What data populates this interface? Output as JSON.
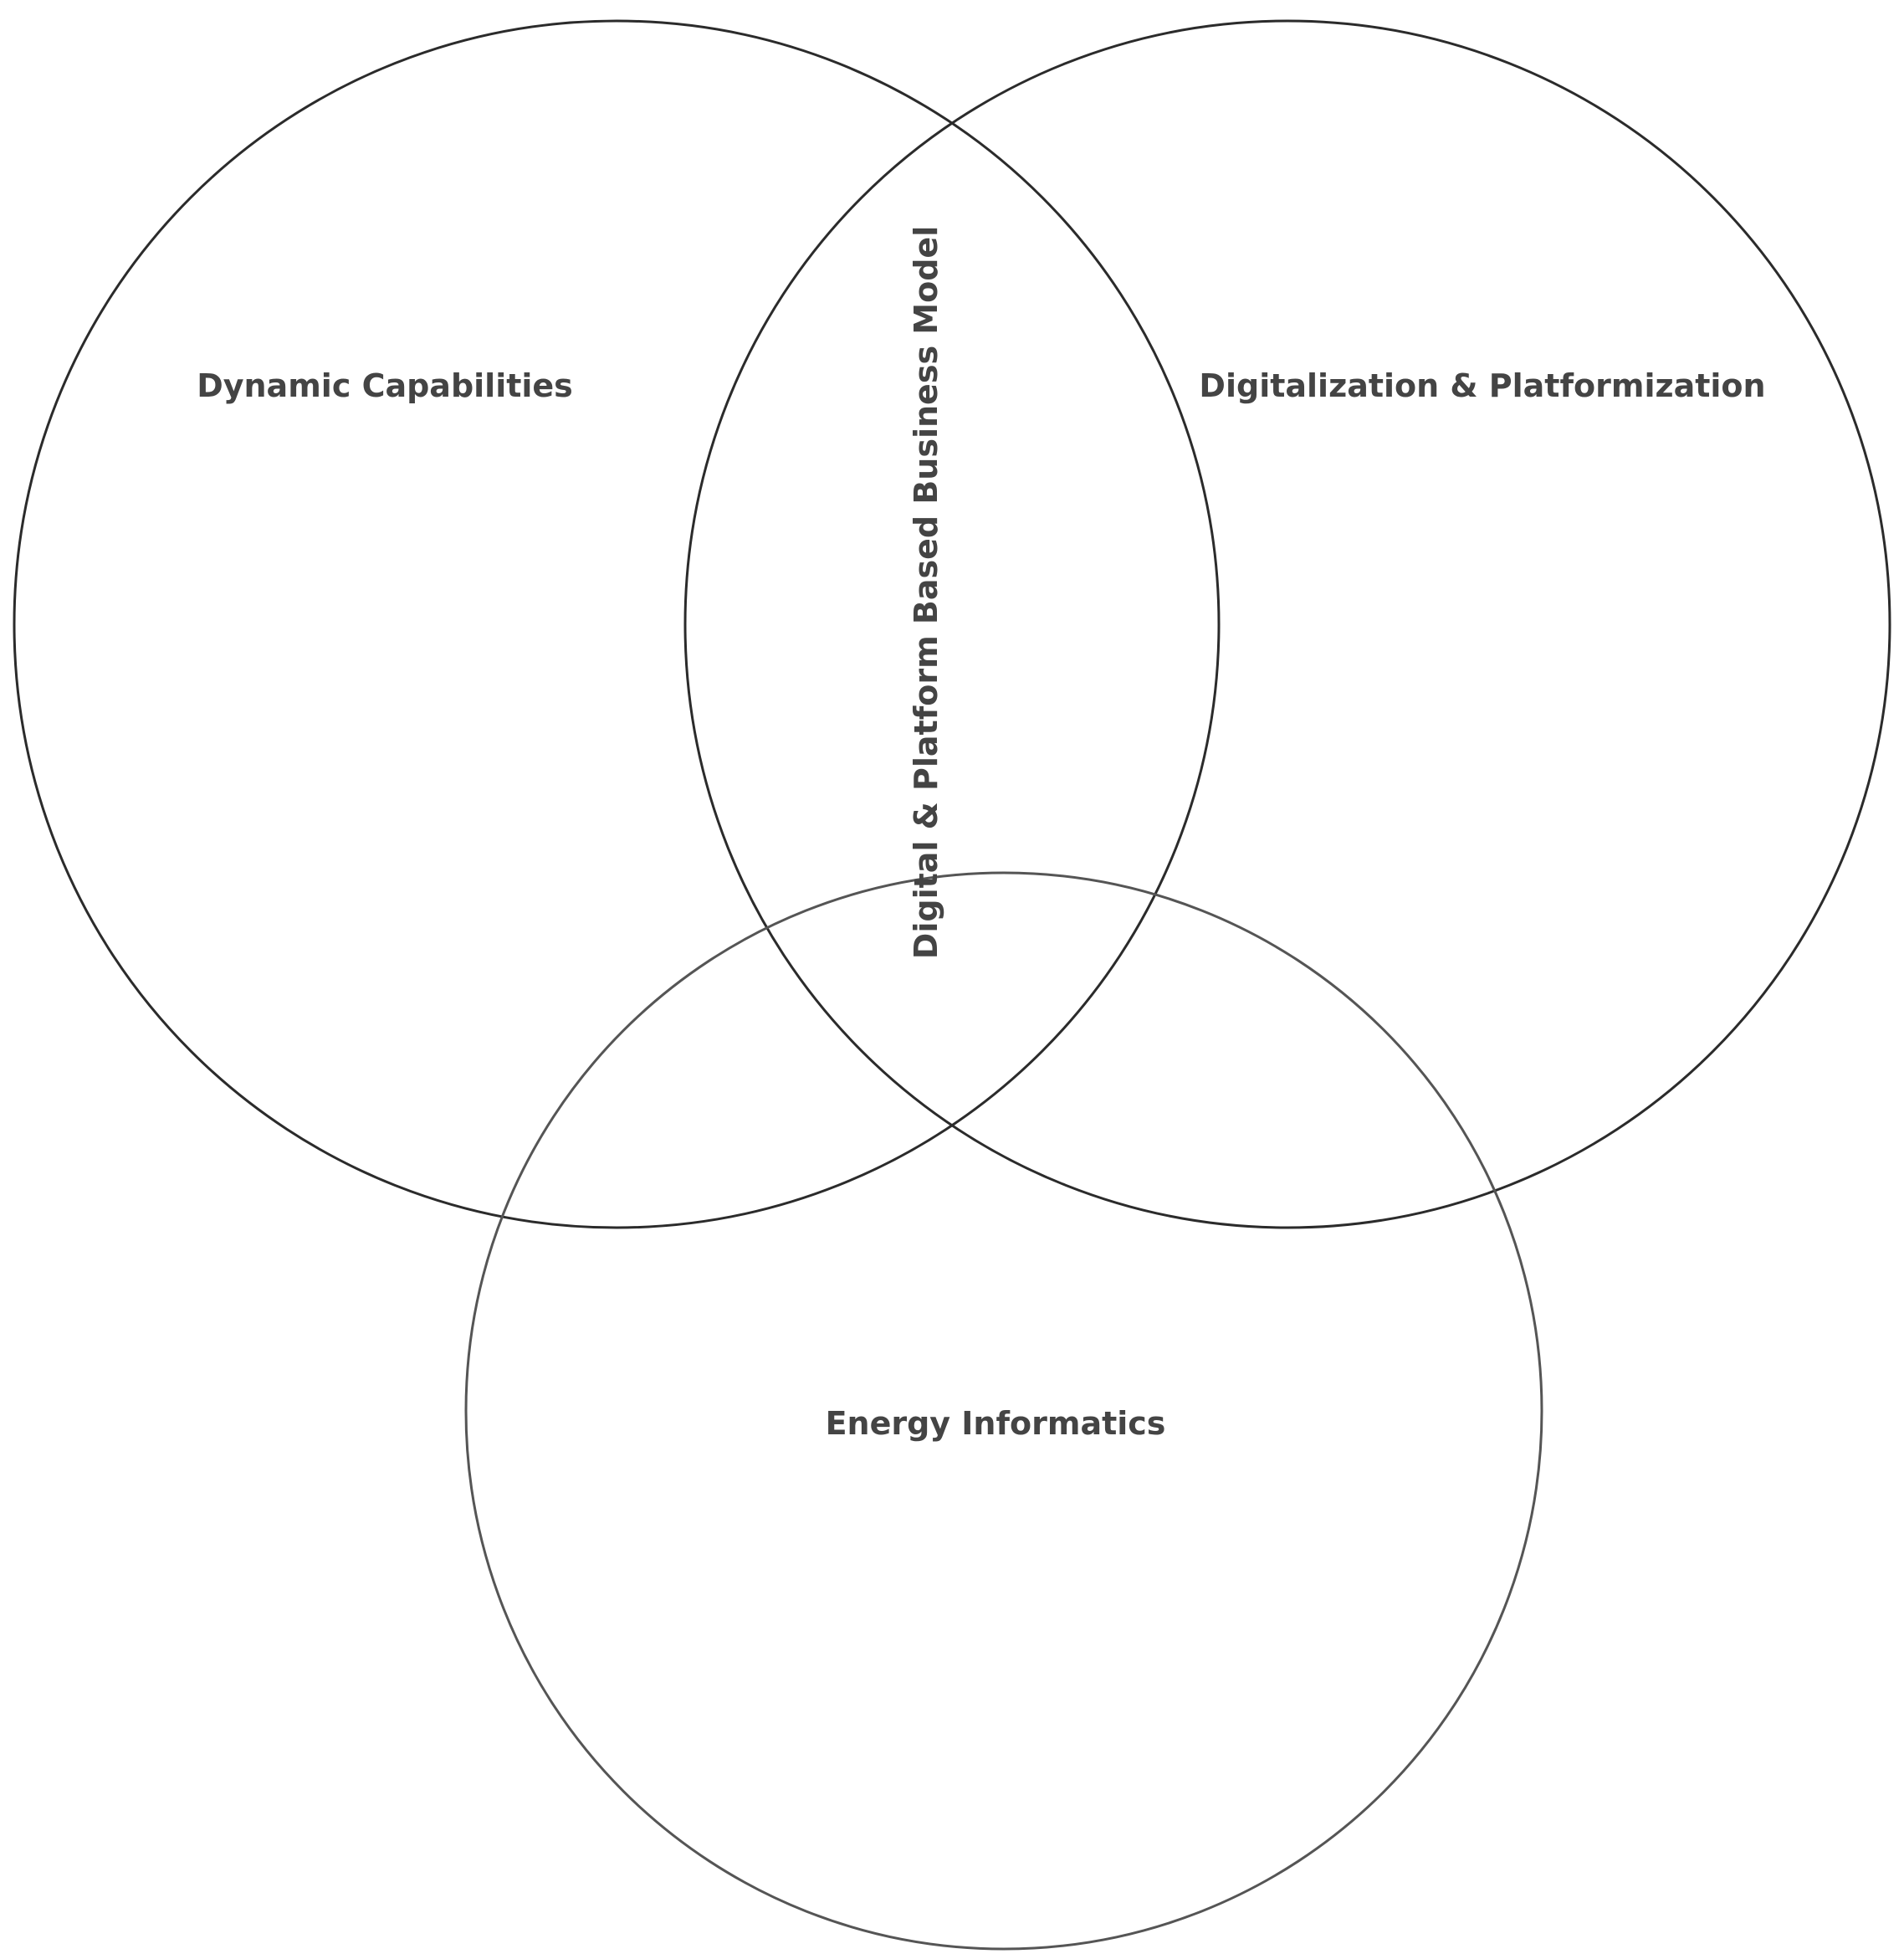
{
  "diagram": {
    "type": "venn",
    "sets": [
      {
        "id": "dynamic-capabilities",
        "label": "Dynamic Capabilities"
      },
      {
        "id": "digitalization-platformization",
        "label": "Digitalization & Platformization"
      },
      {
        "id": "energy-informatics",
        "label": "Energy Informatics"
      }
    ],
    "intersection_label": "Digital & Platform Based Business Model",
    "colors": {
      "stroke": "#2b2b2b",
      "text": "#444444",
      "background": "#ffffff"
    }
  }
}
